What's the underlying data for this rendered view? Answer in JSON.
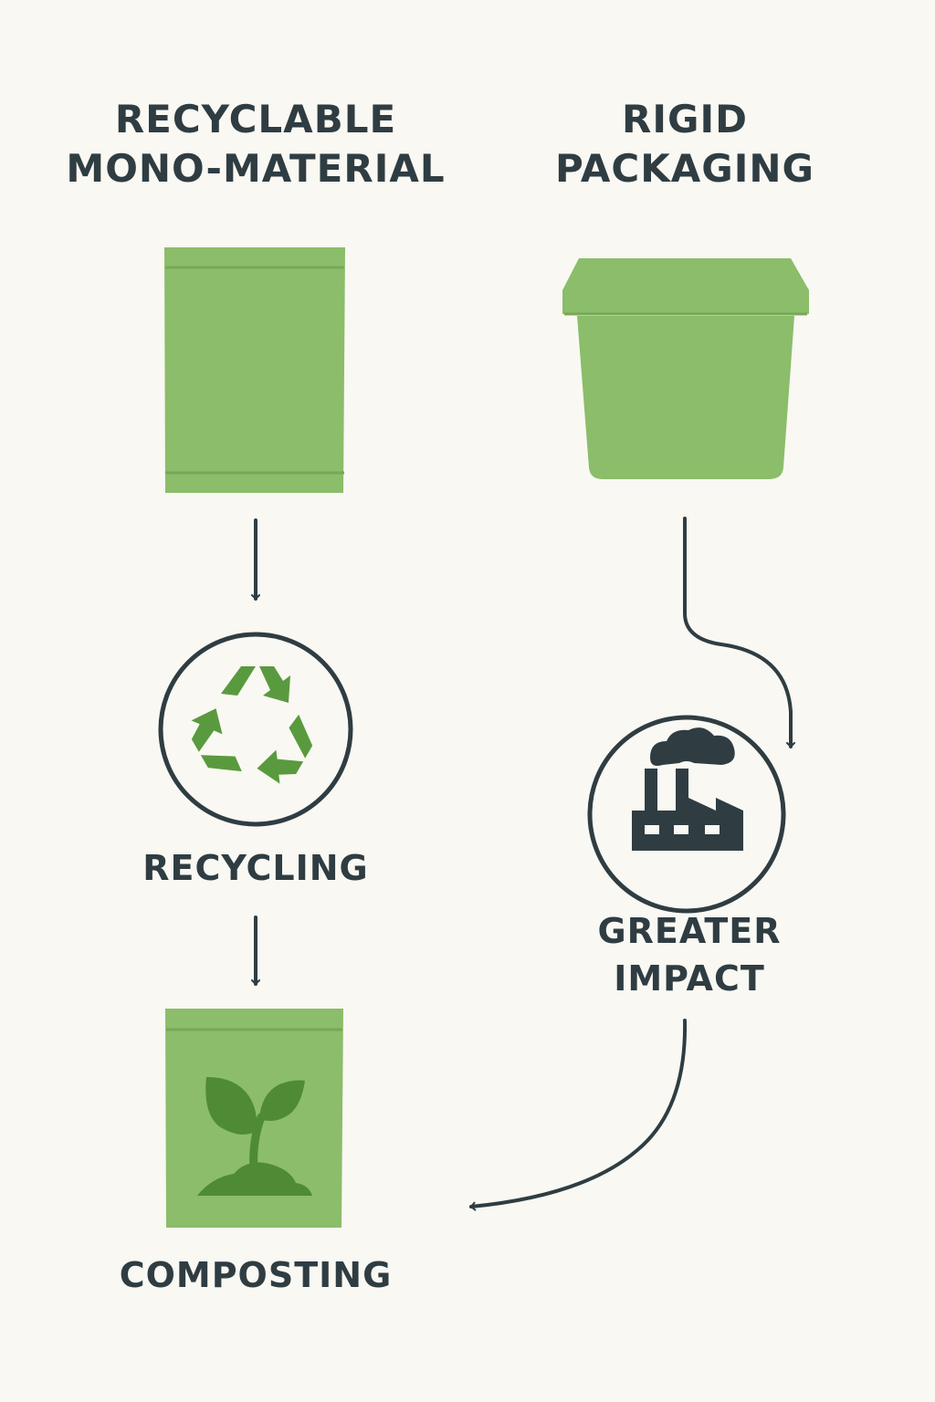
{
  "titles": {
    "left_line1": "RECYCLABLE",
    "left_line2": "MONO-MATERIAL",
    "right_line1": "RIGID",
    "right_line2": "PACKAGING"
  },
  "stages": {
    "recycling": "RECYCLING",
    "impact_line1": "GREATER",
    "impact_line2": "IMPACT",
    "composting": "COMPOSTING"
  },
  "icons": {
    "pouch": "flexible-pouch-icon",
    "tub": "rigid-tub-icon",
    "recycle": "recycle-symbol-icon",
    "factory": "factory-icon",
    "compost": "compost-bag-sprout-icon"
  },
  "colors": {
    "background": "#f9f8f3",
    "text": "#2f3d42",
    "package_green": "#8bbd6a",
    "dark_green": "#5a9a3e",
    "outline": "#2f3d42"
  }
}
